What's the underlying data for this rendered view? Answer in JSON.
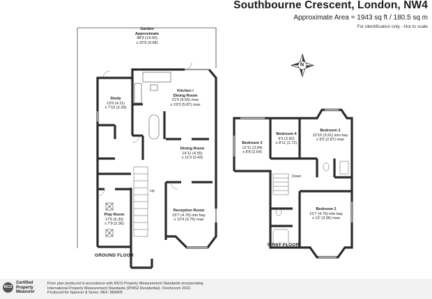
{
  "header": {
    "title": "Southbourne Crescent, London, NW4",
    "area": "Approximate Area = 1943 sq ft / 180.5 sq m",
    "note": "For identification only - Not to scale"
  },
  "compass": {
    "letter": "N"
  },
  "ground_floor": {
    "label": "GROUND FLOOR",
    "rooms": {
      "garden": {
        "name": "Garden",
        "name2": "Approximate",
        "dim1": "48'9 (14.90)",
        "dim2": "x 32'9 (9.98)"
      },
      "study": {
        "name": "Study",
        "dim1": "13'6 (4.11)",
        "dim2": "x 7'10 (2.39)"
      },
      "kitchen": {
        "name": "Kitchen /",
        "name2": "Dining Room",
        "dim1": "21'6 (6.55) max",
        "dim2": "x 19'3 (5.87) max"
      },
      "dining": {
        "name": "Dining Room",
        "dim1": "14'11 (4.55)",
        "dim2": "x 11'3 (3.43)"
      },
      "reception": {
        "name": "Reception Room",
        "dim1": "15'7 (4.76) into bay",
        "dim2": "x 12'4 (3.76) max"
      },
      "play": {
        "name": "Play Room",
        "dim1": "17'6 (5.33)",
        "dim2": "x 7'9 (2.36)"
      }
    },
    "up_label": "Up"
  },
  "first_floor": {
    "label": "FIRST FLOOR",
    "rooms": {
      "bed1": {
        "name": "Bedroom 1",
        "dim1": "12'10 (3.91) into bay",
        "dim2": "x 9'5 (2.87) max"
      },
      "bed2": {
        "name": "Bedroom 2",
        "dim1": "15'7 (4.76) into bay",
        "dim2": "x 13' (3.96) max"
      },
      "bed3": {
        "name": "Bedroom 3",
        "dim1": "12'11 (3.94)",
        "dim2": "x 8'8 (2.64)"
      },
      "bed4": {
        "name": "Bedroom 4",
        "dim1": "9'3 (2.82)",
        "dim2": "x 8'11 (2.72)"
      }
    },
    "down_label": "Down"
  },
  "footer": {
    "rics_logo": "RICS",
    "rics_line1": "Certified",
    "rics_line2": "Property",
    "rics_line3": "Measurer",
    "line1": "Floor plan produced in accordance with RICS Property Measurement Standards incorporating",
    "line2": "International Property Measurement Standards (IPMS2 Residential). ©nichecom 2022.",
    "line3": "Produced for Spencer & Sener.   REF: 868405"
  },
  "colors": {
    "wall": "#2b2b2b",
    "wall_fill": "#3a3a3a",
    "window": "#9aa0a6",
    "footer_bg": "#f2f2f2"
  }
}
